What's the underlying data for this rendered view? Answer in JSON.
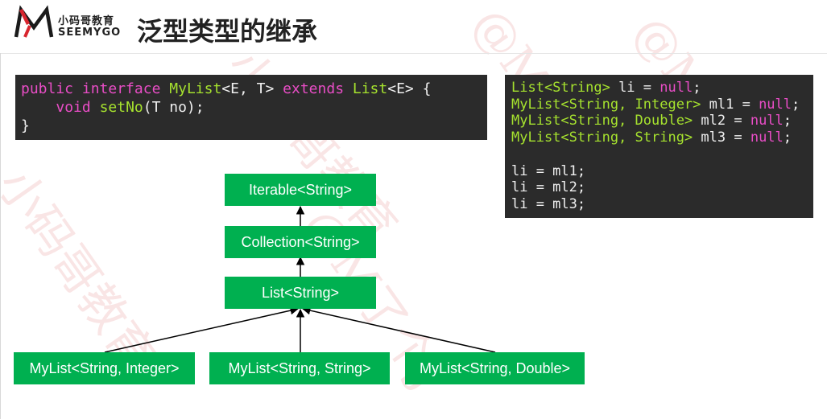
{
  "header": {
    "logo_cn": "小码哥教育",
    "logo_en": "SEEMYGO",
    "title": "泛型类型的继承"
  },
  "watermark": {
    "text_a": "小码哥教育",
    "text_b": "@M了个J"
  },
  "code_left": {
    "line1": {
      "kw1": "public",
      "kw2": "interface",
      "t1": "MyList",
      "g1": "<E, T>",
      "kw3": "extends",
      "t2": "List",
      "g2": "<E> {"
    },
    "line2": {
      "kw1": "void",
      "fn": "setNo",
      "rest": "(T no);"
    },
    "line3": "}"
  },
  "code_right": {
    "lines": [
      {
        "type": "List<String>",
        "rest": " li = ",
        "val": "null",
        "end": ";"
      },
      {
        "type": "MyList<String, Integer>",
        "rest": " ml1 = ",
        "val": "null",
        "end": ";"
      },
      {
        "type": "MyList<String, Double>",
        "rest": " ml2 = ",
        "val": "null",
        "end": ";"
      },
      {
        "type": "MyList<String, String>",
        "rest": " ml3 = ",
        "val": "null",
        "end": ";"
      }
    ],
    "assign": [
      "li = ml1;",
      "li = ml2;",
      "li = ml3;"
    ]
  },
  "diagram": {
    "iterable": "Iterable<String>",
    "collection": "Collection<String>",
    "list": "List<String>",
    "mylist_integer": "MyList<String, Integer>",
    "mylist_string": "MyList<String, String>",
    "mylist_double": "MyList<String, Double>"
  },
  "colors": {
    "box_green": "#00b050",
    "code_bg": "#2b2b2b",
    "keyword": "#e94dc6",
    "type": "#a6e22e"
  }
}
